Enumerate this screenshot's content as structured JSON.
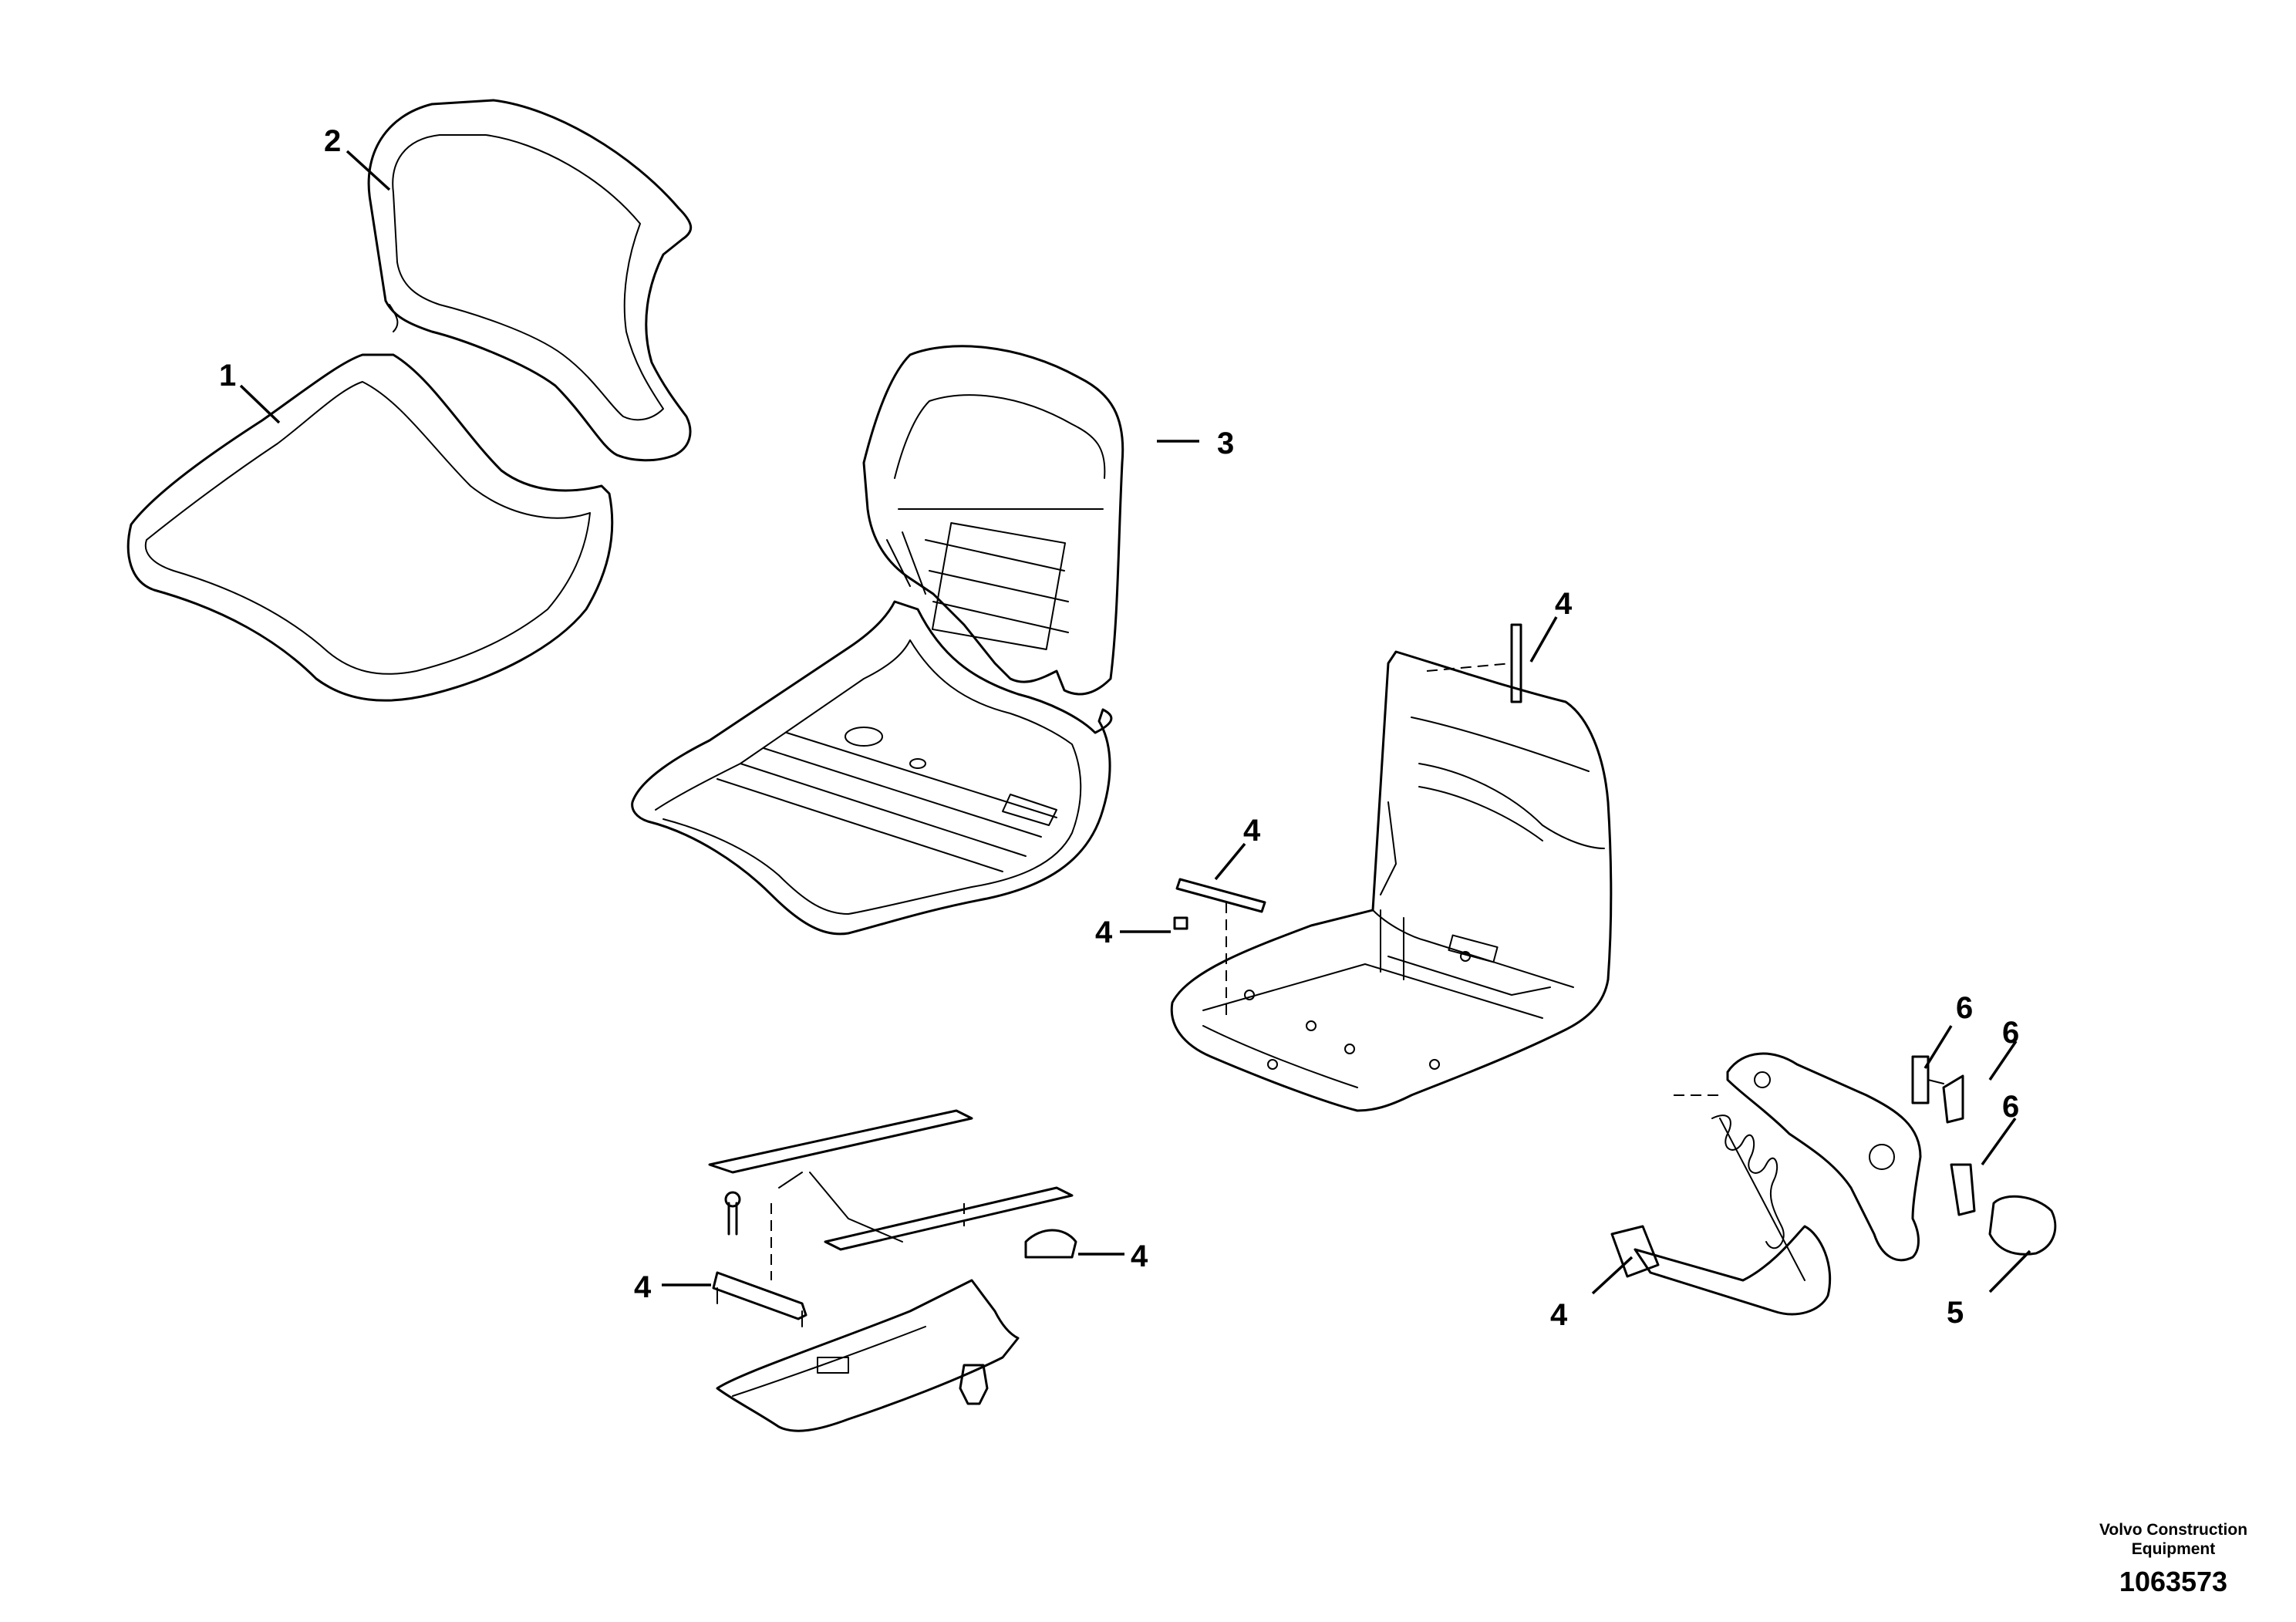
{
  "callouts": {
    "c1": "1",
    "c2": "2",
    "c3": "3",
    "c4a": "4",
    "c4b": "4",
    "c4c": "4",
    "c4d": "4",
    "c4e": "4",
    "c4f": "4",
    "c5": "5",
    "c6a": "6",
    "c6b": "6",
    "c6c": "6"
  },
  "footer": {
    "company_line1": "Volvo Construction",
    "company_line2": "Equipment",
    "drawing_number": "1063573"
  }
}
